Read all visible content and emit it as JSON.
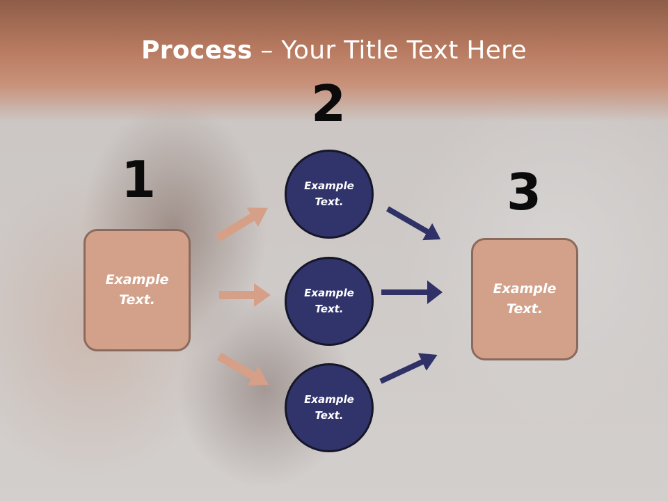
{
  "title": {
    "bold": "Process",
    "rest": " – Your Title Text Here"
  },
  "steps": {
    "one": "1",
    "two": "2",
    "three": "3"
  },
  "boxes": {
    "left": "Example\nText.",
    "right": "Example\nText."
  },
  "circles": {
    "top": "Example\nText.",
    "middle": "Example\nText.",
    "bottom": "Example\nText."
  },
  "colors": {
    "box_fill": "#d3a18a",
    "circle_fill": "#31336b",
    "left_arrow": "#d69f87",
    "right_arrow": "#2f3167"
  }
}
